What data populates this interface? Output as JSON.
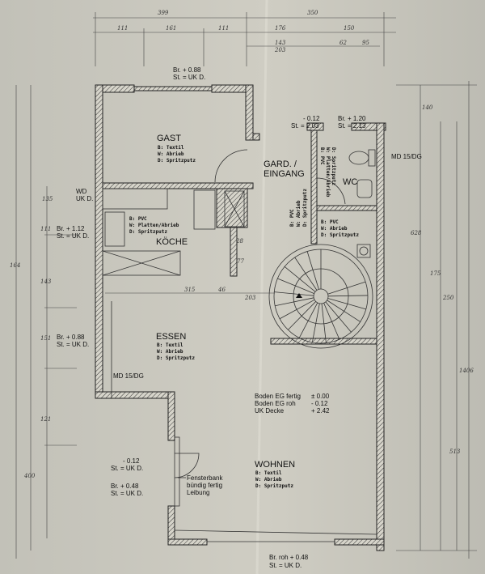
{
  "rooms": {
    "gast": {
      "name": "GAST",
      "specs": [
        "B: Textil",
        "W: Abrieb",
        "D: Spritzputz"
      ]
    },
    "garderobe": {
      "name_line1": "GARD. /",
      "name_line2": "EINGANG",
      "specs": [
        "B: PVC",
        "W: Abrieb",
        "D: Spritzputz"
      ]
    },
    "wc": {
      "name": "WC",
      "specs": [
        "B: PVC",
        "W: Platten/Abrieb",
        "D: Spritzputz"
      ]
    },
    "abstell": {
      "specs": [
        "B: PVC",
        "W: Abrieb",
        "D: Spritzputz"
      ]
    },
    "kueche": {
      "name": "KÖCHE",
      "specs": [
        "B: PVC",
        "W: Platten/Abrieb",
        "D: Spritzputz"
      ]
    },
    "essen": {
      "name": "ESSEN",
      "specs": [
        "B: Textil",
        "W: Abrieb",
        "D: Spritzputz"
      ]
    },
    "wohnen": {
      "name": "WOHNEN",
      "specs": [
        "B: Textil",
        "W: Abrieb",
        "D: Spritzputz"
      ]
    }
  },
  "annotations": {
    "gast_window": [
      "Br. + 0.88",
      "St. = UK D."
    ],
    "entrance_heights": [
      "- 0.12",
      "St. = 2.03"
    ],
    "wc_window": [
      "Br. + 1.20",
      "St. = 2.13"
    ],
    "md_wc": "MD 15/DG",
    "md_essen": "MD 15/DG",
    "wd": [
      "WD",
      "UK D."
    ],
    "kueche_window": [
      "Br. + 1.12",
      "St. = UK D."
    ],
    "essen_window": [
      "Br. + 0.88",
      "St. = UK D."
    ],
    "terrace_door": [
      "- 0.12",
      "St. = UK D."
    ],
    "wohnen_window_left": [
      "Br. + 0.48",
      "St. = UK D."
    ],
    "fensterbank": [
      "Fensterbank",
      "bündig fertig",
      "Leibung"
    ],
    "levels": [
      {
        "label": "Boden EG fertig",
        "value": "± 0.00"
      },
      {
        "label": "Boden EG roh",
        "value": "- 0.12"
      },
      {
        "label": "UK Decke",
        "value": "+ 2.42"
      }
    ],
    "wohnen_window_bottom": [
      "Br. roh + 0.48",
      "St. = UK D."
    ]
  },
  "dimensions": {
    "top_row1": [
      "399",
      "350"
    ],
    "top_row2": [
      "111",
      "161",
      "111",
      "176",
      "150"
    ],
    "top_row3": [
      "143",
      "203",
      "62",
      "95"
    ],
    "left": [
      "135",
      "111",
      "143",
      "151",
      "121",
      "400",
      "164"
    ],
    "interior": [
      "315",
      "46",
      "28",
      "77",
      "203"
    ],
    "right": [
      "140",
      "628",
      "250",
      "175",
      "513",
      "1406"
    ]
  }
}
